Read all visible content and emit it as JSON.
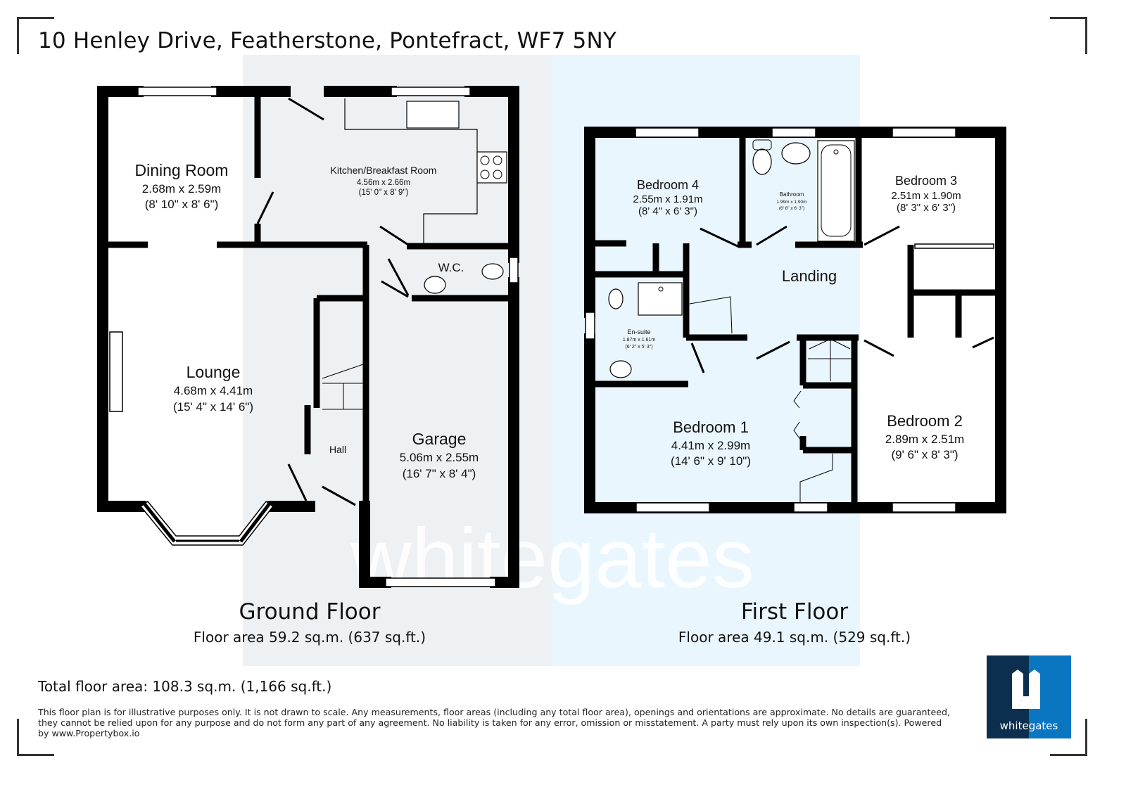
{
  "header": {
    "address": "10 Henley Drive, Featherstone, Pontefract, WF7 5NY"
  },
  "ground_floor": {
    "name": "Ground Floor",
    "area": "Floor area 59.2 sq.m. (637 sq.ft.)",
    "rooms": [
      {
        "name": "Dining Room",
        "metric": "2.68m x 2.59m",
        "imperial": "(8' 10\" x 8' 6\")"
      },
      {
        "name": "Kitchen/Breakfast Room",
        "metric": "4.56m x 2.66m",
        "imperial": "(15' 0\" x 8' 9\")"
      },
      {
        "name": "W.C."
      },
      {
        "name": "Lounge",
        "metric": "4.68m x 4.41m",
        "imperial": "(15' 4\" x 14' 6\")"
      },
      {
        "name": "Hall"
      },
      {
        "name": "Garage",
        "metric": "5.06m x 2.55m",
        "imperial": "(16' 7\" x 8' 4\")"
      }
    ]
  },
  "first_floor": {
    "name": "First Floor",
    "area": "Floor area 49.1 sq.m. (529 sq.ft.)",
    "rooms": [
      {
        "name": "Bedroom 4",
        "metric": "2.55m x 1.91m",
        "imperial": "(8' 4\" x 6' 3\")"
      },
      {
        "name": "Bathroom",
        "metric": "1.99m x 1.90m",
        "imperial": "(6' 6\" x 6' 3\")"
      },
      {
        "name": "Bedroom 3",
        "metric": "2.51m x 1.90m",
        "imperial": "(8' 3\" x 6' 3\")"
      },
      {
        "name": "Landing"
      },
      {
        "name": "En-suite",
        "metric": "1.87m x 1.61m",
        "imperial": "(6' 2\" x 5' 3\")"
      },
      {
        "name": "Bedroom 1",
        "metric": "4.41m x 2.99m",
        "imperial": "(14' 6\" x 9' 10\")"
      },
      {
        "name": "Bedroom 2",
        "metric": "2.89m x 2.51m",
        "imperial": "(9' 6\" x 8' 3\")"
      }
    ]
  },
  "footer": {
    "total_area": "Total floor area: 108.3 sq.m. (1,166 sq.ft.)",
    "disclaimer": "This floor plan is for illustrative purposes only. It is not drawn to scale. Any measurements, floor areas (including any total floor area), openings and orientations are approximate. No details are guaranteed, they cannot be relied upon for any purpose and do not form any part of any agreement. No liability is taken for any error, omission or misstatement. A party must rely upon its own inspection(s). Powered by www.Propertybox.io"
  },
  "branding": {
    "watermark": "whitegates",
    "logo_text": "whitegates",
    "logo_colors": {
      "dark": "#0d2f4f",
      "light": "#0a76c2"
    }
  },
  "colors": {
    "wall": "#000000",
    "band_grey": "#eef1f3",
    "band_blue": "#eaf6fd"
  }
}
